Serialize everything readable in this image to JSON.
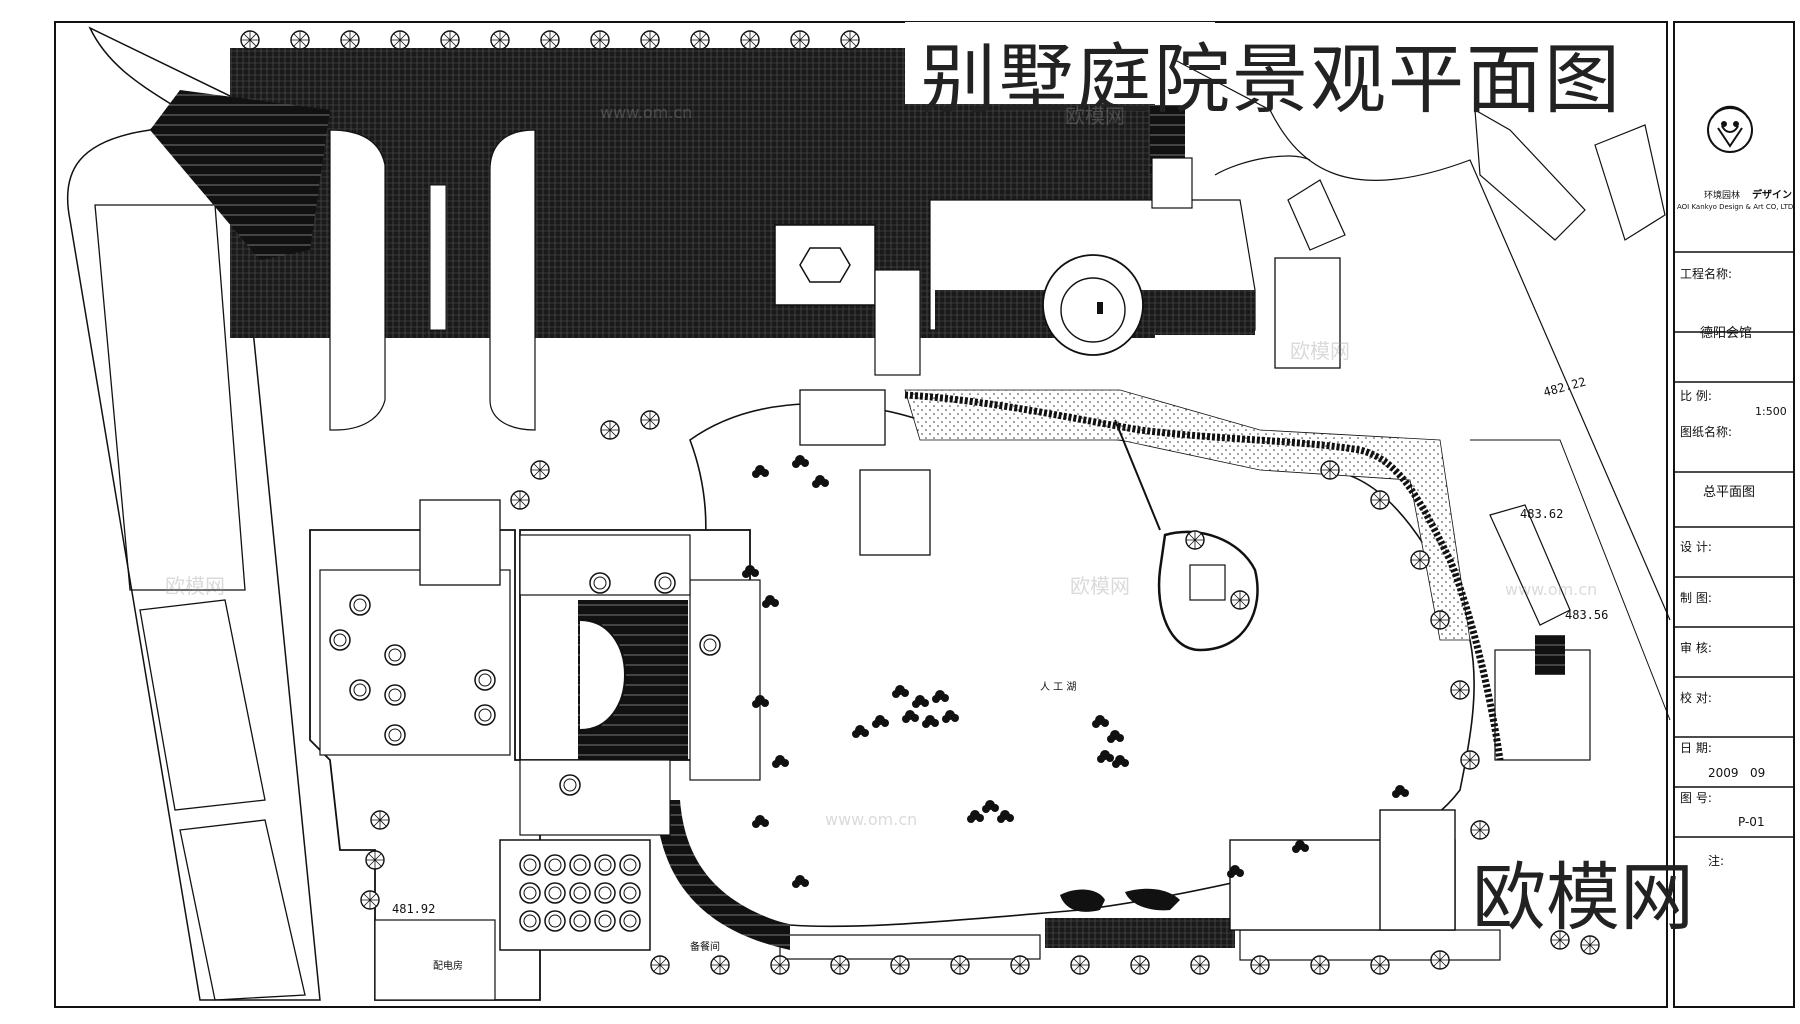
{
  "drawing": {
    "title": "别墅庭院景观平面图",
    "brand": "欧模网",
    "watermark": "欧模网",
    "watermark_url": "www.om.cn"
  },
  "logo": {
    "company_jp": "环境园林",
    "company_kana": "デザイン",
    "company_en": "AOI Kankyo Design & Art CO, LTD."
  },
  "title_block": {
    "project_label": "工程名称:",
    "project_value": "德阳会馆",
    "scale_label": "比  例:",
    "scale_value": "1:500",
    "drawing_name_label": "图纸名称:",
    "drawing_name_value": "总平面图",
    "design_label": "设  计:",
    "draft_label": "制  图:",
    "review_label": "审  核:",
    "check_label": "校  对:",
    "date_label": "日  期:",
    "date_value": "2009   09",
    "number_label": "图  号:",
    "number_value": "P-01",
    "note_label": "注:"
  },
  "plan_labels": {
    "lake": "人  工  湖",
    "elevation_1": "482.22",
    "elevation_2": "483.62",
    "elevation_3": "483.56",
    "elevation_4": "481.92",
    "power_room": "配电房",
    "kitchen": "备餐间"
  },
  "colors": {
    "line": "#111111",
    "paving": "#1a1a1a",
    "background": "#ffffff"
  }
}
